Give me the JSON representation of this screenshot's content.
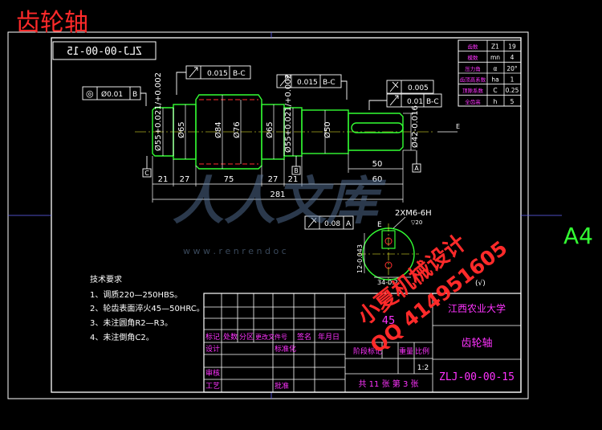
{
  "header": {
    "title": "齿轮轴",
    "drawing_code_mirrored": "ZLJ-00-00-15"
  },
  "sheet_size": "A4",
  "gear_params": [
    {
      "name": "齿数",
      "sym": "Z1",
      "val": "19"
    },
    {
      "name": "模数",
      "sym": "mn",
      "val": "4"
    },
    {
      "name": "压力角",
      "sym": "α",
      "val": "20°"
    },
    {
      "name": "齿顶高系数",
      "sym": "ha",
      "val": "1"
    },
    {
      "name": "顶隙系数",
      "sym": "C",
      "val": "0.25"
    },
    {
      "name": "全齿高",
      "sym": "h",
      "val": "5"
    }
  ],
  "tolerances": {
    "runout_ref": "◎",
    "runout_val": "Ø0.01",
    "runout_datum": "B",
    "fc1_val": "0.015",
    "fc1_datum": "B-C",
    "fc2_val": "0.015",
    "fc2_datum": "B-C",
    "fc3_val": "0.005",
    "fc4_val": "0.01",
    "fc4_datum": "B-C",
    "key_val": "0.08",
    "key_datum": "A"
  },
  "diameters": {
    "d55a": "Ø55+0.021/+0.002",
    "d65a": "Ø65",
    "d84": "Ø84",
    "d76": "Ø76",
    "d65b": "Ø65",
    "d55b": "Ø55+0.021/+0.002",
    "d50": "Ø50",
    "d42": "Ø42-0.016"
  },
  "lengths": {
    "l21a": "21",
    "l27a": "27",
    "l75": "75",
    "l27b": "27",
    "l21b": "21",
    "l50": "50",
    "l60": "60",
    "l281": "281"
  },
  "labels": {
    "datum_a": "A",
    "datum_b": "B",
    "datum_c": "C",
    "section_e": "E",
    "thread": "2XM6-6H",
    "thread_depth": "▽20",
    "sec_w": "12-0.043",
    "sec_h": "34-0.2",
    "sec_e": "E",
    "roughness": "(√)"
  },
  "tech": {
    "heading": "技术要求",
    "items": [
      "1、调质220—250HBS。",
      "2、轮齿表面淬火45—50HRC。",
      "3、未注圆角R2—R3。",
      "4、未注倒角C2。"
    ]
  },
  "title_block": {
    "school": "江西农业大学",
    "part_name": "齿轮轴",
    "code": "ZLJ-00-00-15",
    "material": "45",
    "scale": "1:2",
    "sheets": "共 11 张 第 3 张",
    "h_mark": "标记",
    "h_count": "处数",
    "h_zone": "分区",
    "h_doc": "更改文件号",
    "h_sign": "签名",
    "h_date": "年月日",
    "design": "设计",
    "std": "标准化",
    "stage": "阶段标记",
    "weight": "重量",
    "ratio": "比例",
    "check": "审核",
    "process": "工艺",
    "approve": "批准"
  },
  "watermark": {
    "text": "人人文库",
    "url": "w w w . r e n r e n d o c",
    "seller1": "小夏机械设计",
    "seller2": "QQ 414951605"
  }
}
